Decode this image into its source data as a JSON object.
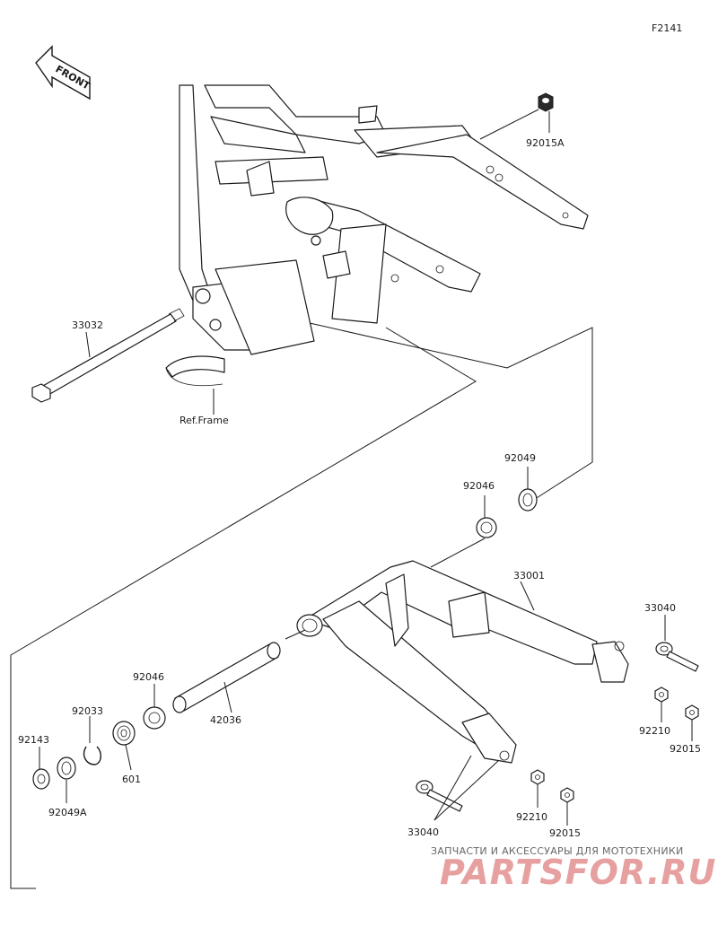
{
  "figure_id": "F2141",
  "front_label": "FRONT",
  "ref_frame_label": "Ref.Frame",
  "parts": {
    "p33032": "33032",
    "p92015A": "92015A",
    "p92049": "92049",
    "p92046a": "92046",
    "p33001": "33001",
    "p33040a": "33040",
    "p92210a": "92210",
    "p92015a": "92015",
    "p92046b": "92046",
    "p92033": "92033",
    "p92143": "92143",
    "p42036": "42036",
    "p601": "601",
    "p92049A": "92049A",
    "p33040b": "33040",
    "p92210b": "92210",
    "p92015b": "92015"
  },
  "watermark": {
    "top_text": "ЗАПЧАСТИ И АКСЕССУАРЫ ДЛЯ МОТОТЕХНИКИ",
    "brand_text": "PARTSFOR.RU",
    "brand_color": "#e7a0a0"
  }
}
